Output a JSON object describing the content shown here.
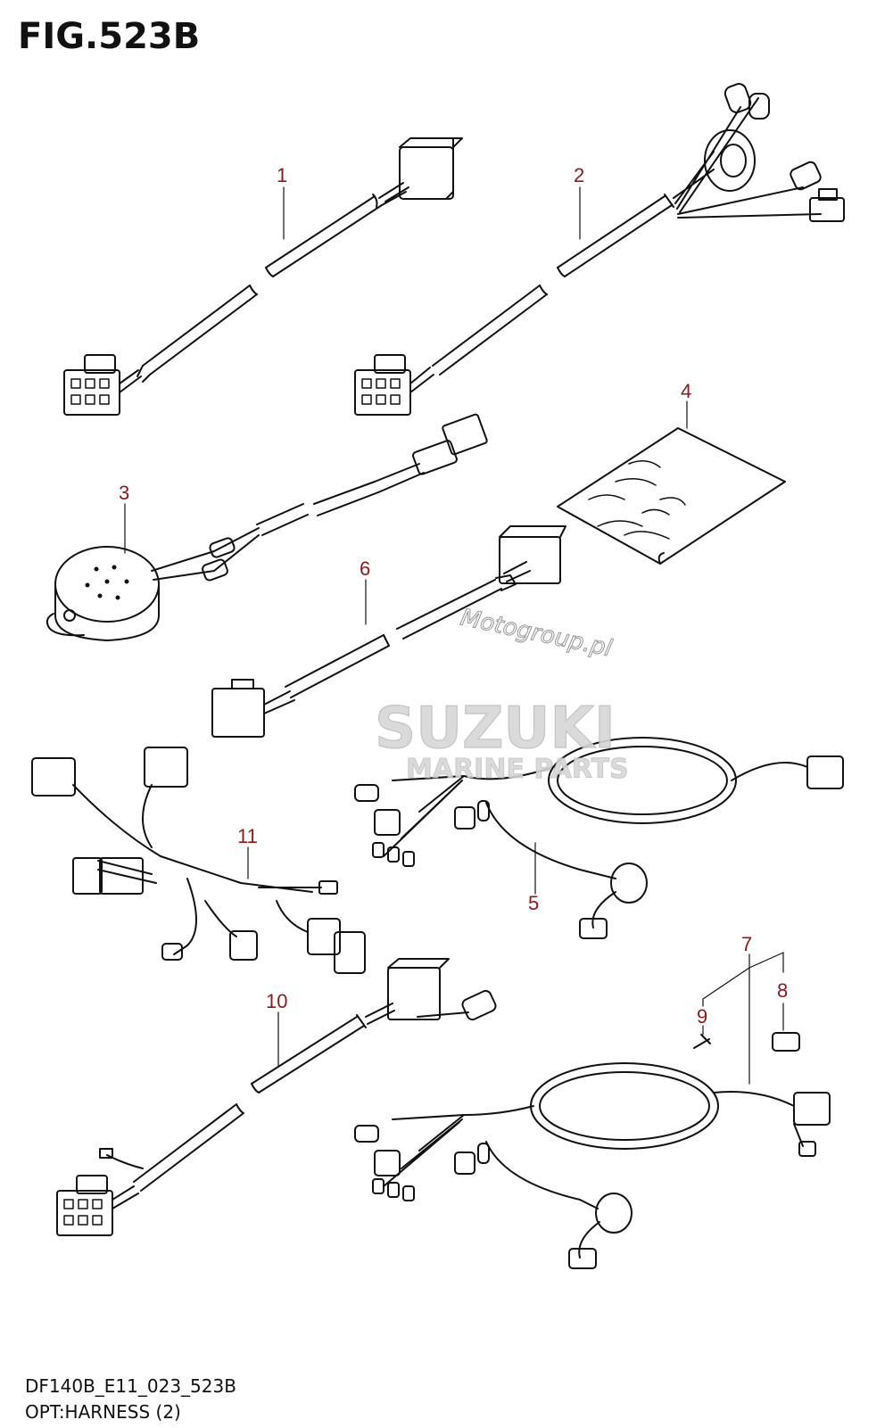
{
  "figure": {
    "title": "FIG.523B"
  },
  "parts": [
    {
      "number": "1"
    },
    {
      "number": "2"
    },
    {
      "number": "3"
    },
    {
      "number": "4"
    },
    {
      "number": "5"
    },
    {
      "number": "6"
    },
    {
      "number": "7"
    },
    {
      "number": "8"
    },
    {
      "number": "9"
    },
    {
      "number": "10"
    },
    {
      "number": "11"
    }
  ],
  "watermarks": {
    "brand": "SUZUKI",
    "subtitle": "MARINE PARTS",
    "site": "Motogroup.pl"
  },
  "footer": {
    "code": "DF140B_E11_023_523B",
    "caption": "OPT:HARNESS (2)"
  },
  "colors": {
    "label": "#8b1a1a",
    "line": "#111111",
    "watermark": "#c8c8c8"
  }
}
